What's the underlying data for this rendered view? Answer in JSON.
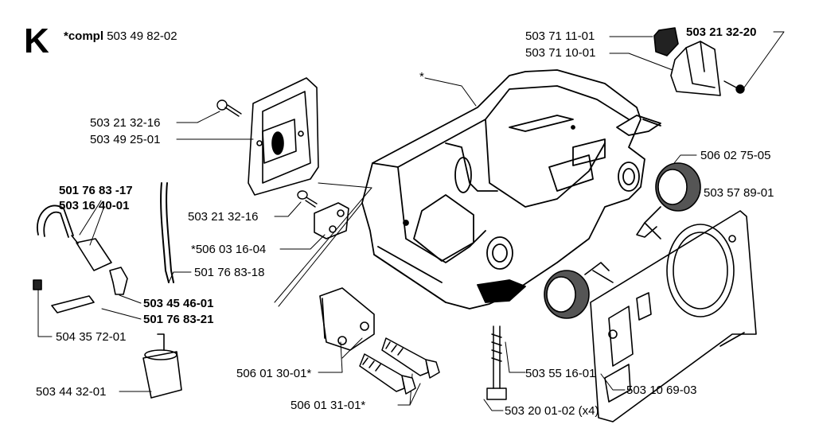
{
  "section": {
    "letter": "K",
    "compl_keyword": "*compl",
    "compl_number": "503 49 82-02"
  },
  "parts": [
    {
      "id": "p1",
      "text": "503 71 11-01",
      "bold": false
    },
    {
      "id": "p2",
      "text": "503 71 10-01",
      "bold": false
    },
    {
      "id": "p3",
      "text": "503 21 32-20",
      "bold": true
    },
    {
      "id": "p4",
      "text": "*",
      "bold": false
    },
    {
      "id": "p5",
      "text": "503 21 32-16",
      "bold": false
    },
    {
      "id": "p6",
      "text": "503 49 25-01",
      "bold": false
    },
    {
      "id": "p7",
      "text": "506 02 75-05",
      "bold": false
    },
    {
      "id": "p8",
      "text": "501 76 83 -17",
      "bold": true
    },
    {
      "id": "p9",
      "text": "503 16 40-01",
      "bold": true
    },
    {
      "id": "p10",
      "text": "503 21 32-16",
      "bold": false
    },
    {
      "id": "p11",
      "text": "503 57 89-01",
      "bold": false
    },
    {
      "id": "p12",
      "text": "*506 03 16-04",
      "bold": false
    },
    {
      "id": "p13",
      "text": "501 76 83-18",
      "bold": false
    },
    {
      "id": "p14",
      "text": "503 45 46-01",
      "bold": true
    },
    {
      "id": "p15",
      "text": "501 76 83-21",
      "bold": true
    },
    {
      "id": "p16",
      "text": "504 35 72-01",
      "bold": false
    },
    {
      "id": "p17",
      "text": "506 01 30-01*",
      "bold": false
    },
    {
      "id": "p18",
      "text": "503 55 16-01",
      "bold": false
    },
    {
      "id": "p19",
      "text": "503 44 32-01",
      "bold": false
    },
    {
      "id": "p20",
      "text": "503 10 69-03",
      "bold": false
    },
    {
      "id": "p21",
      "text": "506 01 31-01*",
      "bold": false
    },
    {
      "id": "p22",
      "text": "503 20 01-02 (x4)",
      "bold": false
    }
  ]
}
